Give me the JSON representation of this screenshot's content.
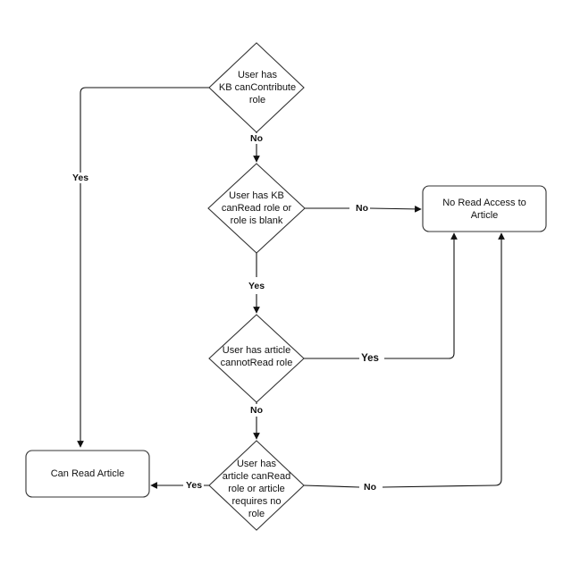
{
  "nodes": {
    "contribute": "User has\nKB canContribute\nrole",
    "canread_kb": "User has KB\ncanRead role or\nrole is blank",
    "cannotread": "User has article\ncannotRead role",
    "canread_article": "User has\narticle canRead\nrole or article\nrequires no\nrole",
    "no_access": "No Read Access to\nArticle",
    "can_read": "Can Read Article"
  },
  "edges": {
    "contribute_no": "No",
    "contribute_yes": "Yes",
    "kb_no": "No",
    "kb_yes": "Yes",
    "cannot_yes": "Yes",
    "cannot_no": "No",
    "article_yes": "Yes",
    "article_no": "No"
  }
}
